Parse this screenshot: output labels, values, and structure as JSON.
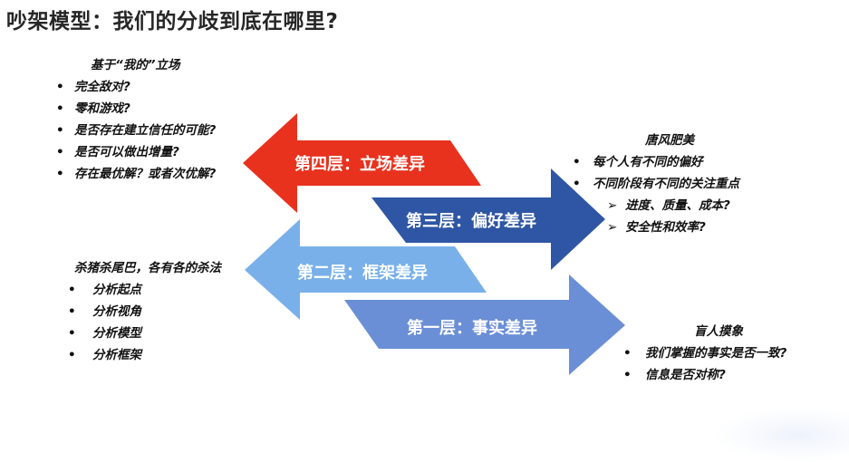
{
  "title": "吵架模型：我们的分歧到底在哪里?",
  "layers": [
    {
      "label": "第四层：立场差异",
      "color": "#e8321e"
    },
    {
      "label": "第三层：偏好差异",
      "color": "#2e56a4"
    },
    {
      "label": "第二层：框架差异",
      "color": "#79b0ea"
    },
    {
      "label": "第一层：事实差异",
      "color": "#6b8fd6"
    }
  ],
  "stance_notes": {
    "heading": "基于“我的”立场",
    "items": [
      "完全敌对?",
      "零和游戏?",
      "是否存在建立信任的可能?",
      "是否可以做出增量?",
      "存在最优解？或者次优解?"
    ]
  },
  "preference_notes": {
    "heading": "唐风肥美",
    "items": [
      "每个人有不同的偏好",
      "不同阶段有不同的关注重点"
    ],
    "subitems": [
      "进度、质量、成本?",
      "安全性和效率?"
    ]
  },
  "framework_notes": {
    "heading": "杀猪杀尾巴，各有各的杀法",
    "items": [
      "分析起点",
      "分析视角",
      "分析模型",
      "分析框架"
    ]
  },
  "fact_notes": {
    "heading": "盲人摸象",
    "items": [
      "我们掌握的事实是否一致?",
      "信息是否对称?"
    ]
  },
  "bullet_glyph": "•",
  "sub_bullet_glyph": "➢"
}
